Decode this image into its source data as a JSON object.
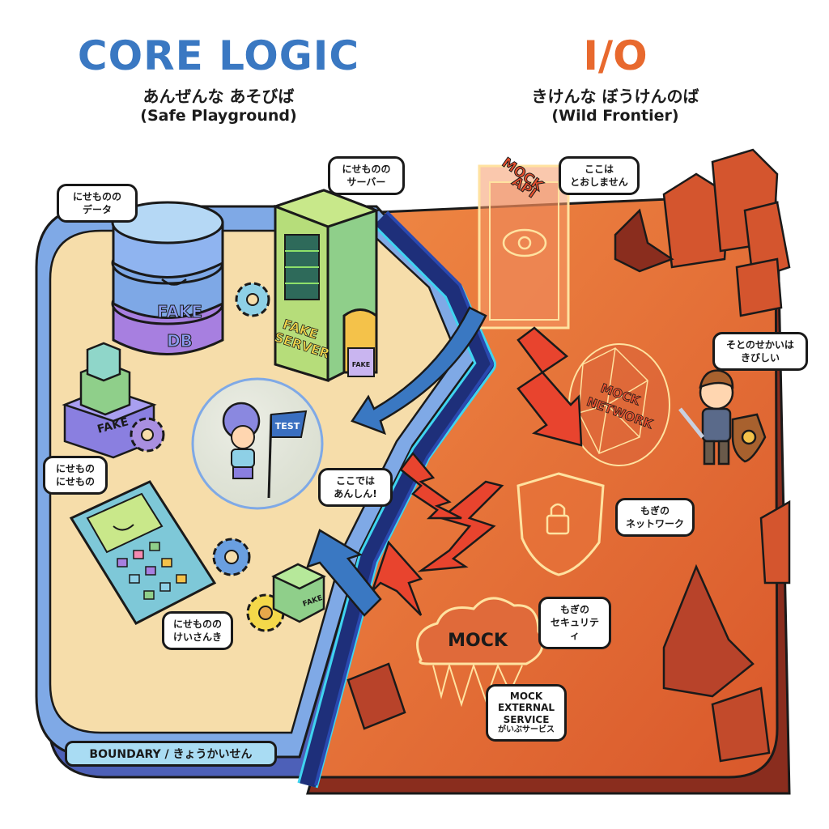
{
  "left_zone": {
    "title": "CORE LOGIC",
    "subtitle_jp": "あんぜんな あそびば",
    "subtitle_en": "(Safe Playground)",
    "color": "#3a78c2",
    "objects": {
      "fake_db": {
        "line1": "FAKE",
        "line2": "DB"
      },
      "fake_server": {
        "line1": "FAKE",
        "line2": "SERVER"
      },
      "fake_blocks": "FAKE",
      "fake_small_box": "FAKE",
      "fake_cube": "FAKE",
      "test_flag": "TEST"
    },
    "bubbles": {
      "fake_data": [
        "にせものの",
        "データ"
      ],
      "fake_server": [
        "にせものの",
        "サーバー"
      ],
      "fake_fake": [
        "にせもの",
        "にせもの"
      ],
      "safe_here": [
        "ここでは",
        "あんしん!"
      ],
      "fake_calculator": [
        "にせものの",
        "けいさんき"
      ]
    }
  },
  "right_zone": {
    "title": "I/O",
    "subtitle_jp": "きけんな ぼうけんのば",
    "subtitle_en": "(Wild Frontier)",
    "color": "#e8692e",
    "objects": {
      "mock_api": {
        "line1": "MOCK",
        "line2": "API"
      },
      "mock_network": {
        "line1": "MOCK",
        "line2": "NETWORK"
      },
      "mock_cloud": "MOCK"
    },
    "bubbles": {
      "no_passage": [
        "ここは",
        "とおしません"
      ],
      "outside_harsh": [
        "そとのせかいは",
        "きびしい"
      ],
      "mock_network": [
        "もぎの",
        "ネットワーク"
      ],
      "mock_security": [
        "もぎの",
        "セキュリティ"
      ],
      "mock_external_service": [
        "MOCK",
        "EXTERNAL",
        "SERVICE",
        "がいぶサービス"
      ]
    }
  },
  "boundary": {
    "label": "BOUNDARY / きょうかいせん",
    "color": "#1e2f7a",
    "glow": "#3fd4f0"
  },
  "colors": {
    "sand": "#f6ddaa",
    "frame": "#7fa9e6",
    "frontier": "#e8743a",
    "rock": "#c9472a"
  }
}
